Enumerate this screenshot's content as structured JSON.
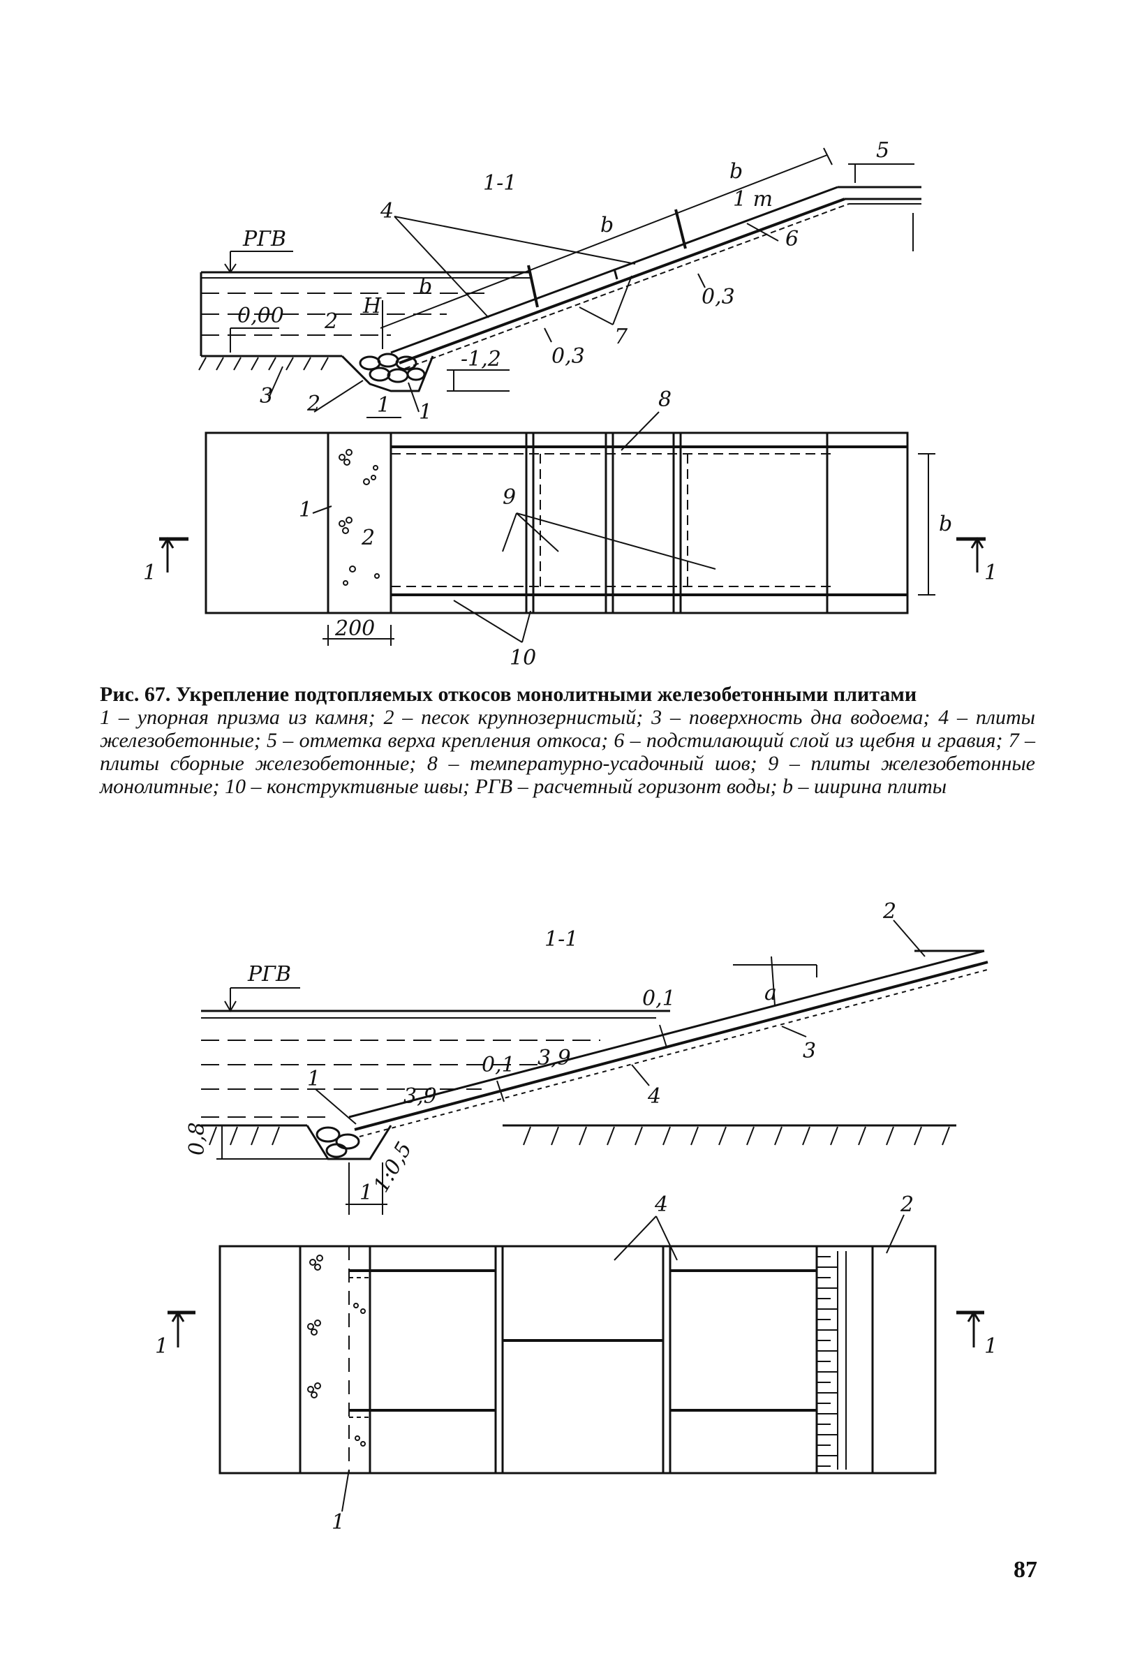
{
  "figure1": {
    "section_label": "1-1",
    "rgv": "РГВ",
    "level_zero": "0,00",
    "level_bottom": "-1,2",
    "dim_2": "2",
    "dim_1": "1",
    "dim_H": "H",
    "dim_b1": "b",
    "dim_b2": "b",
    "dim_b3": "b",
    "dim_1m": "1 m",
    "dim_03a": "0,3",
    "dim_03b": "0,3",
    "dim_200": "200",
    "dim_b_plan": "b",
    "callout_1": "1",
    "callout_2": "2",
    "callout_3": "3",
    "callout_4": "4",
    "callout_5": "5",
    "callout_6": "6",
    "callout_7": "7",
    "callout_8": "8",
    "callout_9": "9",
    "callout_10": "10",
    "plan_1": "1",
    "plan_2": "2",
    "cut_left": "1",
    "cut_right": "1"
  },
  "caption": {
    "title": "Рис. 67. Укрепление подтопляемых откосов монолитными железобетонными плитами",
    "legend": "1 – упорная призма из камня; 2 – песок крупнозернистый; 3 – поверхность дна водоема; 4 – плиты железобетонные; 5 – отметка верха крепления откоса; 6 – подстилающий слой из щебня и гравия; 7 – плиты сборные железобетонные; 8 – температурно-усадочный шов; 9 – плиты железобетонные монолитные; 10 – конструктивные швы; РГВ – расчетный горизонт воды; b – ширина плиты"
  },
  "figure2": {
    "section_label": "1-1",
    "rgv": "РГВ",
    "dim_a": "a",
    "dim_01a": "0,1",
    "dim_01b": "0,1",
    "dim_39a": "3,9",
    "dim_39b": "3,9",
    "dim_08": "0,8",
    "dim_1": "1",
    "slope": "1:0,5",
    "callout_1": "1",
    "callout_2": "2",
    "callout_3": "3",
    "callout_4": "4",
    "plan_4": "4",
    "plan_2": "2",
    "plan_1": "1",
    "cut_left": "1",
    "cut_right": "1"
  },
  "page_number": "87"
}
